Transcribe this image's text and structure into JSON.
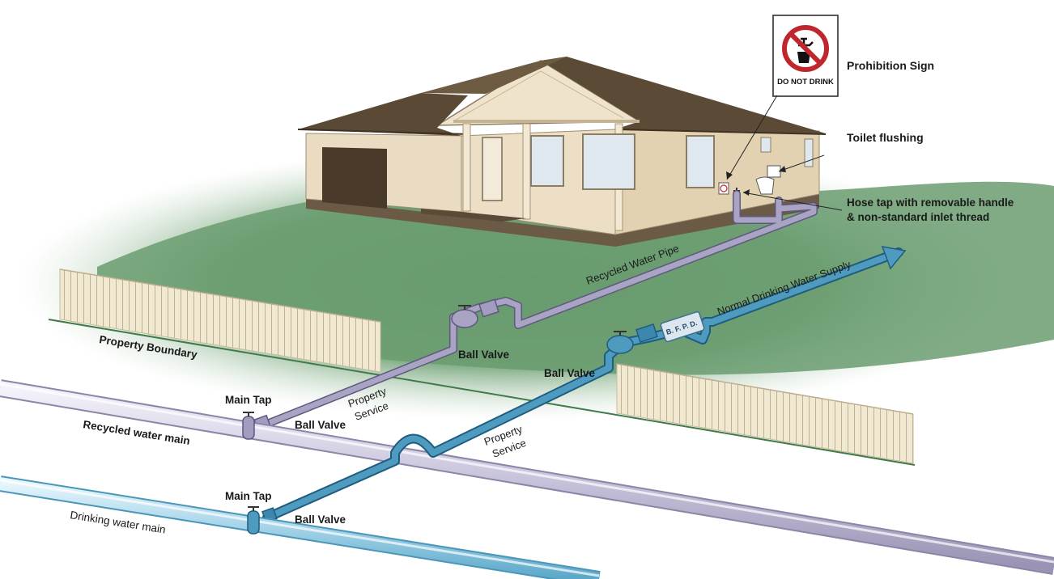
{
  "labels": {
    "prohibition_sign": "Prohibition Sign",
    "do_not_drink": "DO NOT DRINK",
    "toilet_flushing": "Toilet flushing",
    "hose_tap_line1": "Hose tap with removable handle",
    "hose_tap_line2": "& non-standard inlet thread",
    "recycled_water_pipe": "Recycled Water Pipe",
    "normal_drinking_supply": "Normal Drinking Water Supply",
    "bfpd": "B. F. P. D.",
    "property_boundary": "Property Boundary",
    "ball_valve_recycled_upper": "Ball Valve",
    "ball_valve_drinking_upper": "Ball Valve",
    "main_tap_recycled": "Main Tap",
    "ball_valve_recycled_lower": "Ball Valve",
    "property_service_recycled_1": "Property",
    "property_service_recycled_2": "Service",
    "property_service_drinking_1": "Property",
    "property_service_drinking_2": "Service",
    "recycled_water_main": "Recycled water main",
    "main_tap_drinking": "Main Tap",
    "ball_valve_drinking_lower": "Ball Valve",
    "drinking_water_main": "Drinking water main"
  },
  "colors": {
    "recycled_pipe": "#a9a3c2",
    "recycled_pipe_edge": "#5e5780",
    "drinking_pipe": "#4f9bc0",
    "drinking_pipe_edge": "#1f5d80",
    "lawn": "#6f9f72",
    "house_wall": "#e8d9bd",
    "roof": "#5a4a35",
    "fence": "#efe6d0",
    "sign_red": "#c0272d"
  }
}
